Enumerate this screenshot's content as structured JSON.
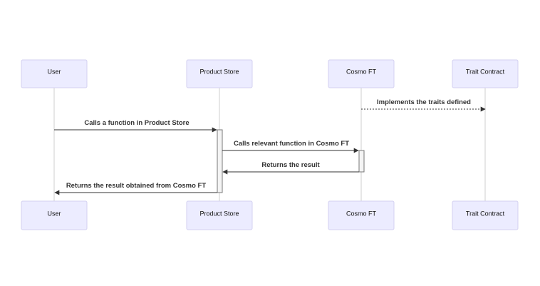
{
  "diagram": {
    "type": "sequence",
    "participants": [
      {
        "id": "user",
        "label": "User"
      },
      {
        "id": "store",
        "label": "Product Store"
      },
      {
        "id": "cosmo",
        "label": "Cosmo FT"
      },
      {
        "id": "trait",
        "label": "Trait Contract"
      }
    ],
    "messages": [
      {
        "from": "cosmo",
        "to": "trait",
        "label": "Implements the traits defined",
        "style": "dotted"
      },
      {
        "from": "user",
        "to": "store",
        "label": "Calls a function in Product Store",
        "style": "solid"
      },
      {
        "from": "store",
        "to": "cosmo",
        "label": "Calls relevant function in Cosmo FT",
        "style": "solid"
      },
      {
        "from": "cosmo",
        "to": "store",
        "label": "Returns the result",
        "style": "solid"
      },
      {
        "from": "store",
        "to": "user",
        "label": "Returns the result obtained from Cosmo FT",
        "style": "solid"
      }
    ],
    "colors": {
      "actor_fill": "#ececff",
      "actor_border": "#d3d0f0",
      "line": "#333333",
      "lifeline": "#cfcfcf"
    }
  }
}
